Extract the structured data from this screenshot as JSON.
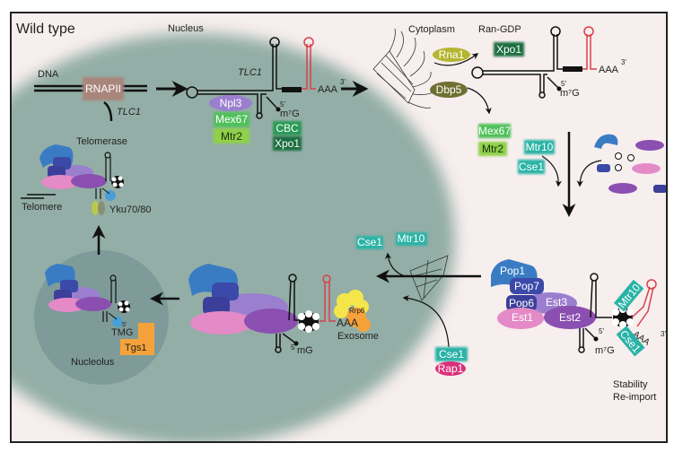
{
  "title": "Wild type",
  "compartments": {
    "nucleus": "Nucleus",
    "cytoplasm": "Cytoplasm",
    "nucleolus": "Nucleolus"
  },
  "colors": {
    "nucleus_fill": "#93aea6",
    "cytoplasm_fill": "#f7eeee",
    "nucleolus_fill": "#7e9b9a",
    "rna_red": "#d9404a",
    "green_light": "#4fc15a",
    "green_lime": "#8fd14a",
    "green_dark": "#1f6e3f",
    "teal": "#29b3a6",
    "purple": "#8a4fb0",
    "lavender": "#9b7fcf",
    "pink": "#e48ac7",
    "blue": "#3a7cc4",
    "navy": "#3b3f9a",
    "olive_yellow": "#b5b630",
    "olive_dark": "#6f7030",
    "magenta": "#d9307a",
    "orange": "#f5a23a",
    "yellow": "#f4e64a",
    "rnapii": "#a9857c"
  },
  "labels": {
    "dna": "DNA",
    "rnapii": "RNAPII",
    "tlc1_gene": "TLC1",
    "tlc1_rna": "TLC1",
    "telomerase": "Telomerase",
    "telomere": "Telomere",
    "yku": "Yku70/80",
    "ran_gdp": "Ran-GDP",
    "aaa": "AAA",
    "three_prime": "3'",
    "five_prime": "5'",
    "m7g": "m⁷G",
    "m7g_alt": "mG",
    "tmg": "TMG",
    "exosome": "Exosome",
    "stability": "Stability",
    "reimport": "Re-import"
  },
  "proteins": {
    "npl3": "Npl3",
    "mex67_nuc": "Mex67",
    "mtr2_nuc": "Mtr2",
    "cbc": "CBC",
    "xpo1_nuc": "Xpo1",
    "rna1": "Rna1",
    "xpo1_cyto": "Xpo1",
    "dbp5": "Dbp5",
    "mex67_cyto": "Mex67",
    "mtr2_cyto": "Mtr2",
    "mtr10_cyto": "Mtr10",
    "cse1_cyto": "Cse1",
    "pop1": "Pop1",
    "pop7": "Pop7",
    "pop6": "Pop6",
    "est3": "Est3",
    "est1": "Est1",
    "est2": "Est2",
    "mtr10_bound": "Mtr10",
    "cse1_bound": "Cse1",
    "cse1_import": "Cse1",
    "mtr10_import": "Mtr10",
    "cse1_rap": "Cse1",
    "rap1": "Rap1",
    "rrp6": "Rrp6",
    "tgs1": "Tgs1"
  }
}
